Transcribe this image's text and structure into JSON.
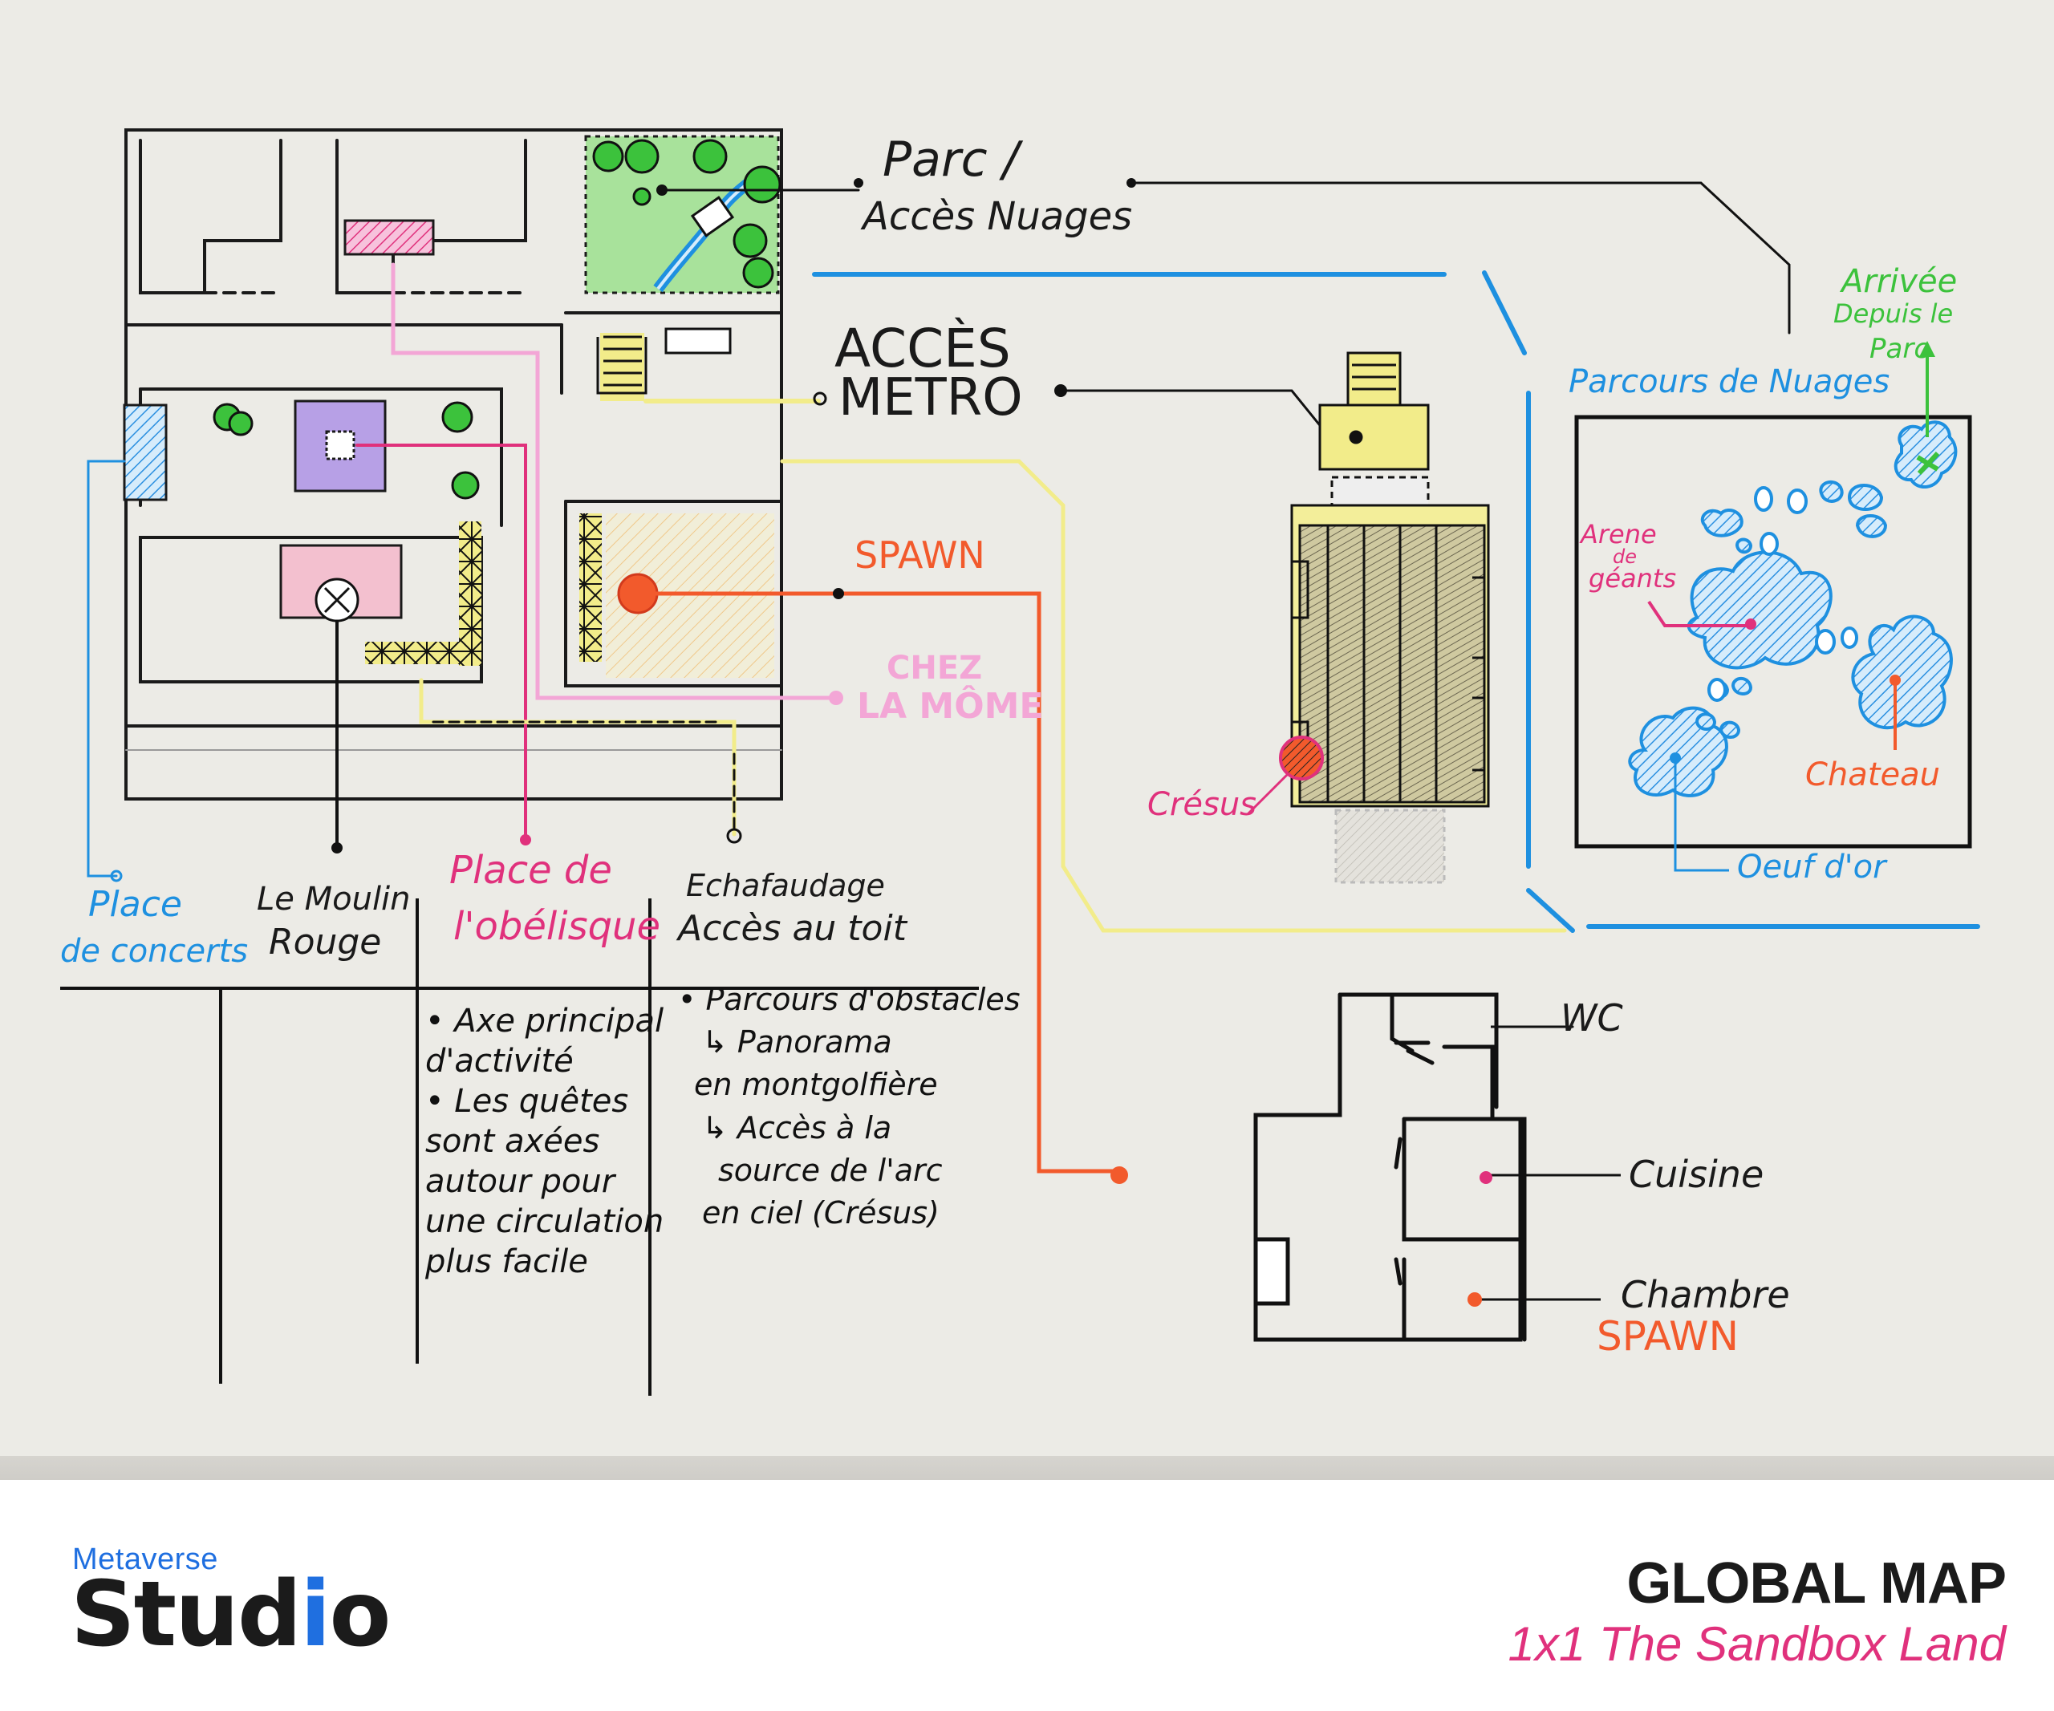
{
  "colors": {
    "black": "#1a1a1a",
    "blue": "#1e90e0",
    "magenta": "#e0317c",
    "pink_light": "#f3a6d6",
    "orange_red": "#f25a2c",
    "yellow": "#f2ec8a",
    "green": "#3cc23c",
    "green_light": "#aee6a1",
    "purple": "#b7a0e6"
  },
  "map": {
    "labels": {
      "parc": "Parc /",
      "acces_nuages": "Accès Nuages",
      "acces": "ACCÈS",
      "metro": "METRO",
      "spawn_main": "SPAWN",
      "chez": "CHEZ",
      "la_mome": "LA MÔME",
      "cresus": "Crésus",
      "arrivee": "Arrivée",
      "depuis_le": "Depuis le",
      "parc_small": "Parc",
      "parcours_nuages": "Parcours de Nuages",
      "arene": "Arene",
      "de": "de",
      "geants": "géants",
      "chateau": "Chateau",
      "oeuf": "Oeuf d'or",
      "wc": "WC",
      "cuisine": "Cuisine",
      "chambre": "Chambre",
      "spawn_house": "SPAWN"
    },
    "legend": {
      "place_concerts_1": "Place",
      "place_concerts_2": "de concerts",
      "moulin_1": "Le Moulin",
      "moulin_2": "Rouge",
      "obelisque_1": "Place de",
      "obelisque_2": "l'obélisque",
      "echafaudage_1": "Echafaudage",
      "echafaudage_2": "Accès au toit",
      "obelisque_notes": [
        "• Axe principal",
        "d'activité",
        "• Les quêtes",
        "sont axées",
        "autour pour",
        "une circulation",
        "plus facile"
      ],
      "echafaudage_notes": [
        "• Parcours d'obstacles",
        "↳ Panorama",
        "en montgolfière",
        "↳ Accès à la",
        "source de l'arc",
        "en ciel (Crésus)"
      ]
    }
  },
  "footer": {
    "brand_top": "Metaverse",
    "brand_main_a": "Stud",
    "brand_main_b": "i",
    "brand_main_c": "o",
    "title": "GLOBAL MAP",
    "subtitle": "1x1 The Sandbox Land"
  }
}
